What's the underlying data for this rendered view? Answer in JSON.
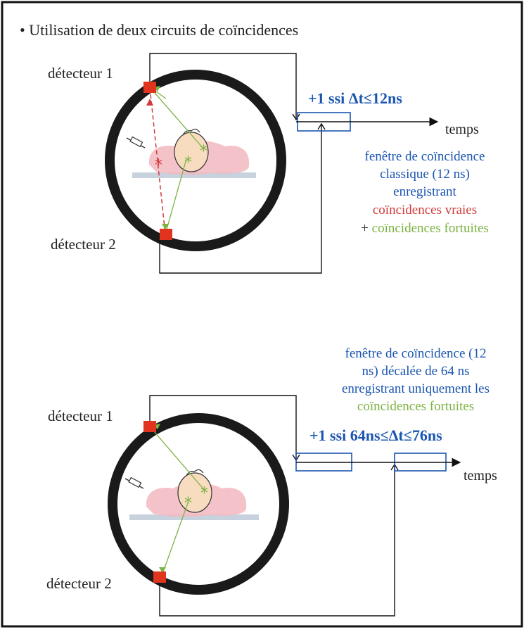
{
  "title": "• Utilisation de deux circuits de coïncidences",
  "panel1": {
    "detector1": "détecteur 1",
    "detector2": "détecteur 2",
    "rule": "+1 ssi Δt≤12ns",
    "axis": "temps",
    "desc_lines": [
      "fenêtre de coïncidence",
      "classique (12 ns)",
      "enregistrant"
    ],
    "true_coinc": "coïncidences vraies",
    "plus": "+ ",
    "random_coinc": "coïncidences fortuites"
  },
  "panel2": {
    "desc_lines": [
      "fenêtre de coïncidence (12",
      "ns) décalée de 64 ns",
      "enregistrant uniquement les"
    ],
    "random_coinc": "coïncidences fortuites",
    "detector1": "détecteur 1",
    "detector2": "détecteur 2",
    "rule": "+1 ssi 64ns≤Δt≤76ns",
    "axis": "temps"
  },
  "colors": {
    "ring": "#1a1a1a",
    "detector": "#e0341f",
    "blue_text": "#1a55b0",
    "true_red": "#d23b3b",
    "random_green": "#7cb342",
    "patient_pink": "#f2b8c0",
    "bed_gray": "#c8d2de",
    "head": "#f7dcc0"
  }
}
